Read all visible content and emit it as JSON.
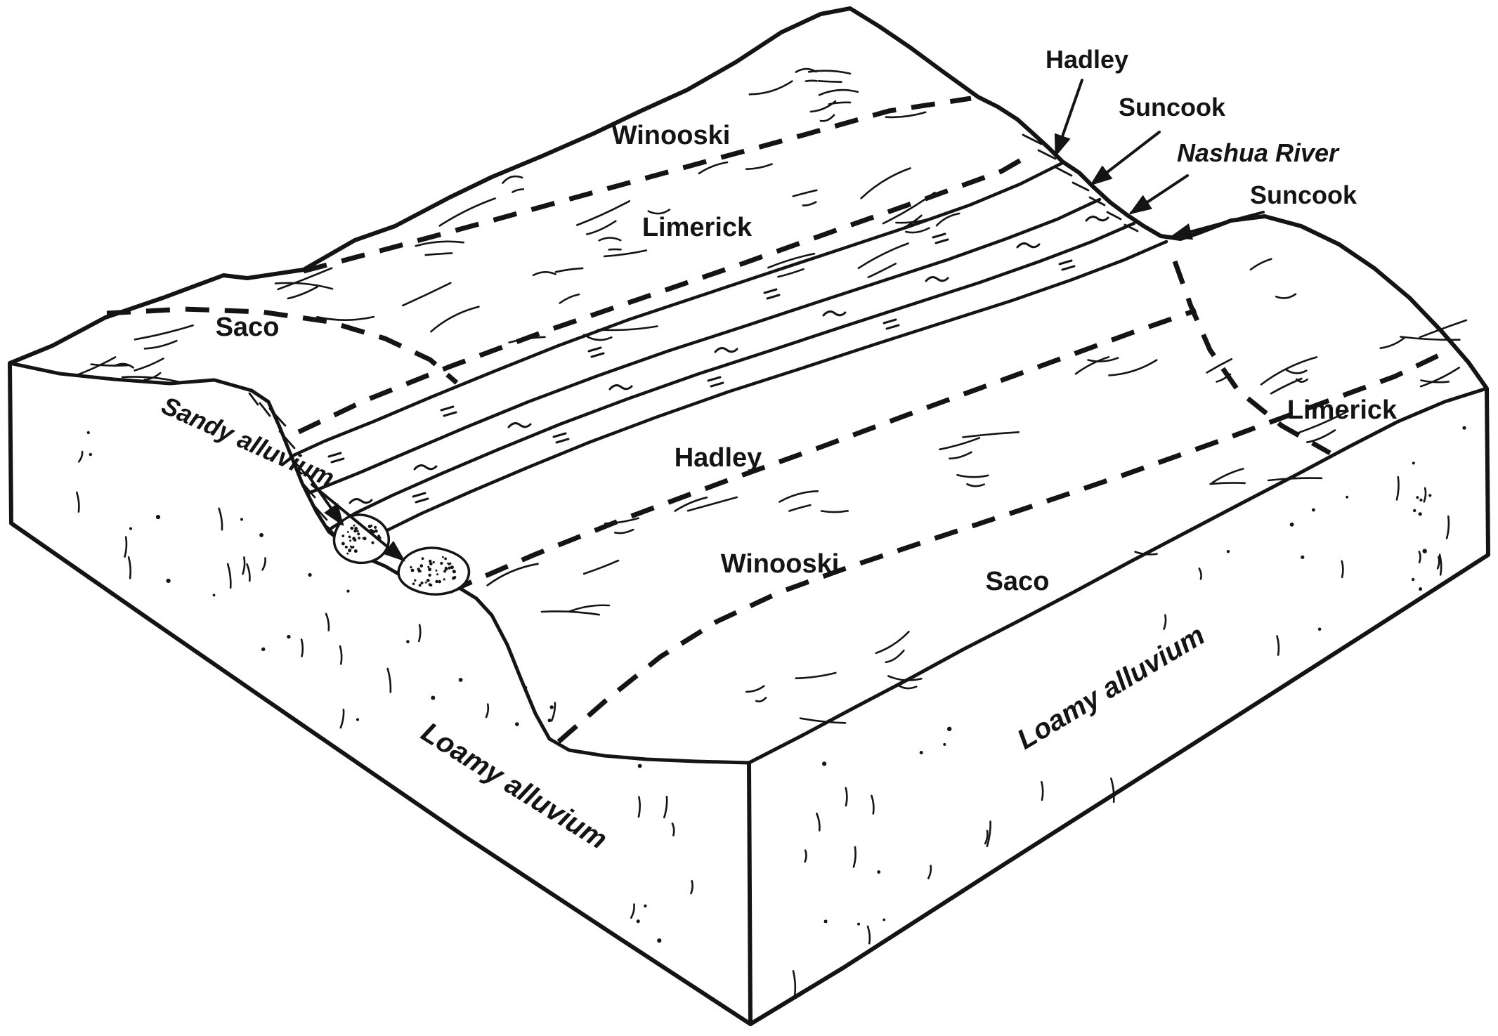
{
  "figure": {
    "ink_color": "#141414",
    "paper_color": "#ffffff"
  },
  "labels": {
    "callout_hadley": "Hadley",
    "callout_suncook_upper": "Suncook",
    "callout_nashua_river": "Nashua River",
    "callout_suncook_lower": "Suncook",
    "zone_winooski_back": "Winooski",
    "zone_limerick_back": "Limerick",
    "zone_saco_back": "Saco",
    "zone_hadley_front": "Hadley",
    "zone_winooski_front": "Winooski",
    "zone_saco_front": "Saco",
    "zone_limerick_right": "Limerick",
    "callout_sandy_alluvium": "Sandy alluvium",
    "face_loamy_alluvium_left": "Loamy alluvium",
    "face_loamy_alluvium_right": "Loamy alluvium"
  }
}
